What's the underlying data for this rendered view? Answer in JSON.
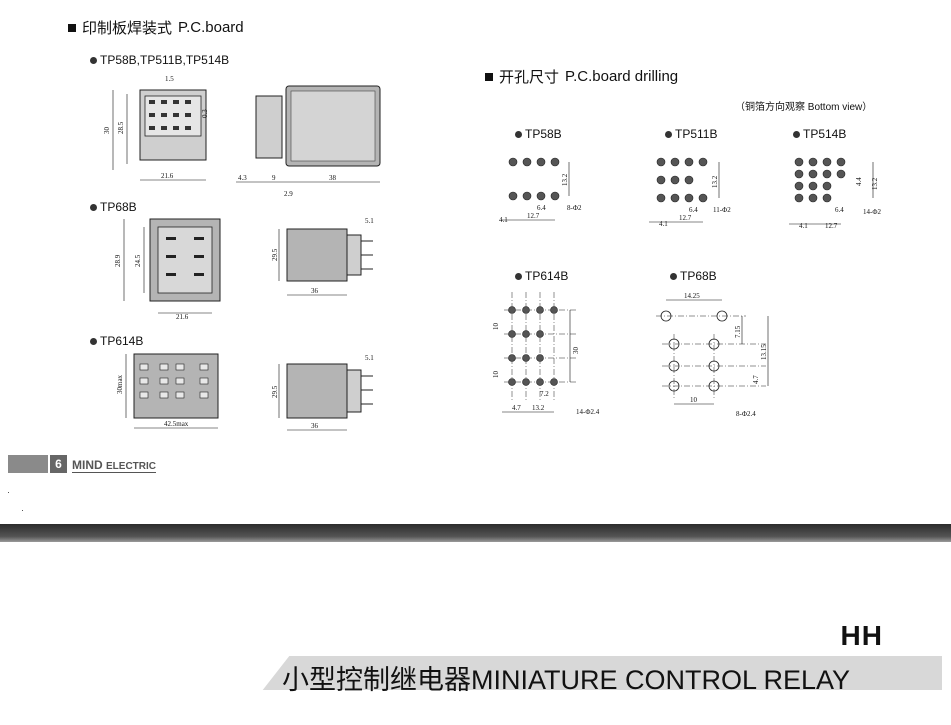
{
  "pcb_section": {
    "title_cn": "印制板焊装式",
    "title_en": "P.C.board"
  },
  "drilling_section": {
    "title_cn": "开孔尺寸",
    "title_en": "P.C.board drilling",
    "view_note": "（铜箔方向观察 Bottom view）"
  },
  "models": {
    "group1": "TP58B,TP511B,TP514B",
    "tp68b": "TP68B",
    "tp614b": "TP614B",
    "d58": "TP58B",
    "d511": "TP511B",
    "d514": "TP514B",
    "d614": "TP614B",
    "d68": "TP68B"
  },
  "dims": {
    "g1": {
      "a": "1.5",
      "b": "30",
      "c": "28.5",
      "d": "0.3",
      "e": "21.6",
      "f": "4.3",
      "g": "9",
      "h": "38",
      "i": "2.9"
    },
    "tp68": {
      "a": "28.9",
      "b": "24.5",
      "c": "21.6",
      "d": "5.1",
      "e": "29.5",
      "f": "36"
    },
    "tp614": {
      "a": "30max",
      "b": "42.5max",
      "c": "5.1",
      "d": "29.5",
      "e": "36"
    },
    "d58": {
      "a": "13.2",
      "b": "6.4",
      "c": "4.1",
      "d": "12.7",
      "e": "8-Φ2"
    },
    "d511": {
      "a": "13.2",
      "b": "6.4",
      "c": "4.1",
      "d": "12.7",
      "e": "11-Φ2"
    },
    "d514": {
      "a": "4.4",
      "b": "13.2",
      "c": "6.4",
      "d": "4.1",
      "e": "12.7",
      "f": "14-Φ2"
    },
    "d614": {
      "a": "10",
      "b": "10",
      "c": "30",
      "d": "7.2",
      "e": "4.7",
      "f": "13.2",
      "g": "14-Φ2.4"
    },
    "d68": {
      "a": "14.25",
      "b": "7.15",
      "c": "13.15",
      "d": "4.7",
      "e": "10",
      "f": "8-Φ2.4"
    }
  },
  "footer": {
    "page": "6",
    "brand_main": "MIND",
    "brand_sub": "ELECTRIC"
  },
  "bottom": {
    "series": "HH",
    "title_cn": "小型控制继电器",
    "title_en": "MINIATURE CONTROL RELAY"
  }
}
